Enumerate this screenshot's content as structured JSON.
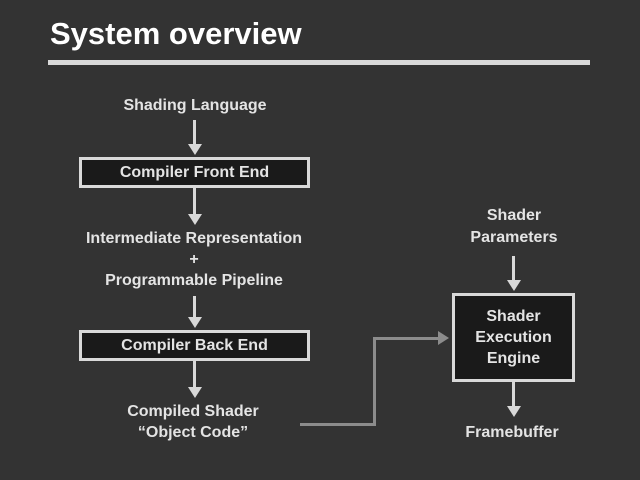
{
  "slide": {
    "title": "System overview",
    "background_color": "#333333",
    "accent_color": "#d9d9d9",
    "box_fill_color": "#1a1a1a",
    "text_color": "#e4e4e4",
    "connector_color": "#8c8c8c"
  },
  "left_column": {
    "input_label": "Shading Language",
    "front_end_box": "Compiler Front End",
    "ir_line1": "Intermediate Representation",
    "ir_line2": "+",
    "ir_line3": "Programmable Pipeline",
    "back_end_box": "Compiler Back End",
    "output_line1": "Compiled Shader",
    "output_line2": "“Object Code”"
  },
  "right_column": {
    "params_line1": "Shader",
    "params_line2": "Parameters",
    "engine_box_line1": "Shader",
    "engine_box_line2": "Execution",
    "engine_box_line3": "Engine",
    "framebuffer_label": "Framebuffer"
  },
  "connectors": {
    "arrow_shading_to_frontend": "arrow-down-icon",
    "arrow_frontend_to_ir": "arrow-down-icon",
    "arrow_ir_to_backend": "arrow-down-icon",
    "arrow_backend_to_output": "arrow-down-icon",
    "arrow_params_to_engine": "arrow-down-icon",
    "arrow_engine_to_framebuffer": "arrow-down-icon",
    "arrow_objectcode_to_engine": "arrow-right-icon"
  }
}
